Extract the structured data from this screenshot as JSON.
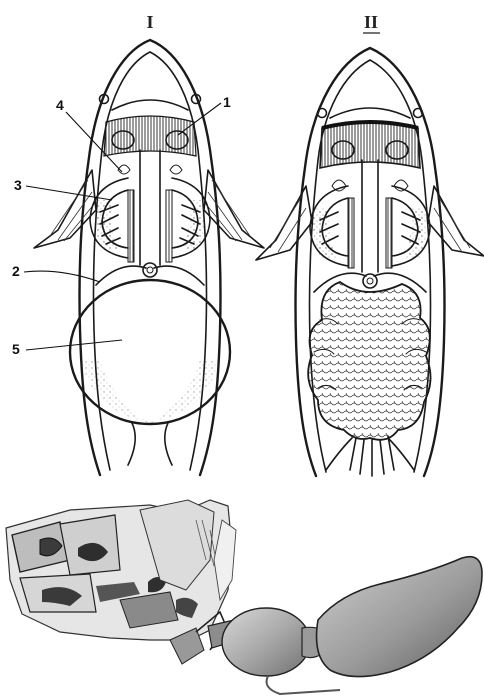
{
  "panels": [
    {
      "id": "I",
      "label": "I"
    },
    {
      "id": "II",
      "label": "II"
    }
  ],
  "callouts": [
    {
      "number": "1"
    },
    {
      "number": "2"
    },
    {
      "number": "3"
    },
    {
      "number": "4"
    },
    {
      "number": "5"
    }
  ]
}
